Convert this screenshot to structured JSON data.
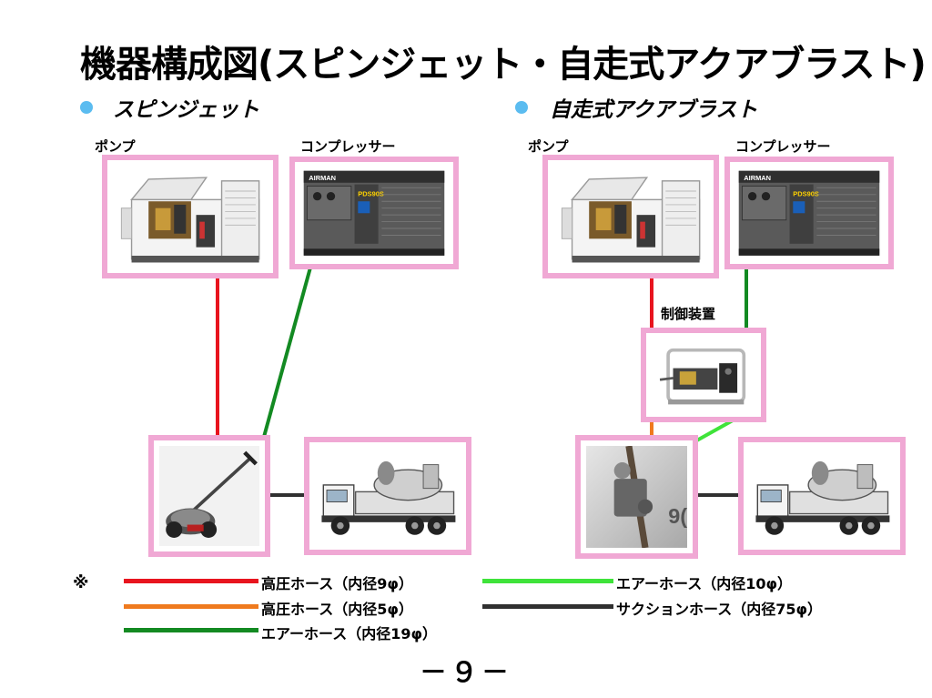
{
  "title": "機器構成図(スピンジェット・自走式アクアブラスト)",
  "sections": {
    "left": {
      "heading": "スピンジェット",
      "pump_label": "ポンプ",
      "compressor_label": "コンプレッサー"
    },
    "right": {
      "heading": "自走式アクアブラスト",
      "pump_label": "ポンプ",
      "compressor_label": "コンプレッサー",
      "controller_label": "制御装置"
    }
  },
  "compressor": {
    "brand": "AIRMAN",
    "model": "PDS90S"
  },
  "nozzle_wall_text": "9(",
  "legend": {
    "note_mark": "※",
    "items": [
      {
        "label": "高圧ホース（内径9φ）",
        "color": "#e8141e"
      },
      {
        "label": "高圧ホース（内径5φ）",
        "color": "#ef7a1e"
      },
      {
        "label": "エアーホース（内径19φ）",
        "color": "#138a22"
      },
      {
        "label": "エアーホース（内径10φ）",
        "color": "#3fe33a"
      },
      {
        "label": "サクションホース（内径75φ）",
        "color": "#303030"
      }
    ]
  },
  "page_number": "－９－",
  "colors": {
    "frame": "#f0a8d4",
    "bullet": "#5bbcf0"
  }
}
